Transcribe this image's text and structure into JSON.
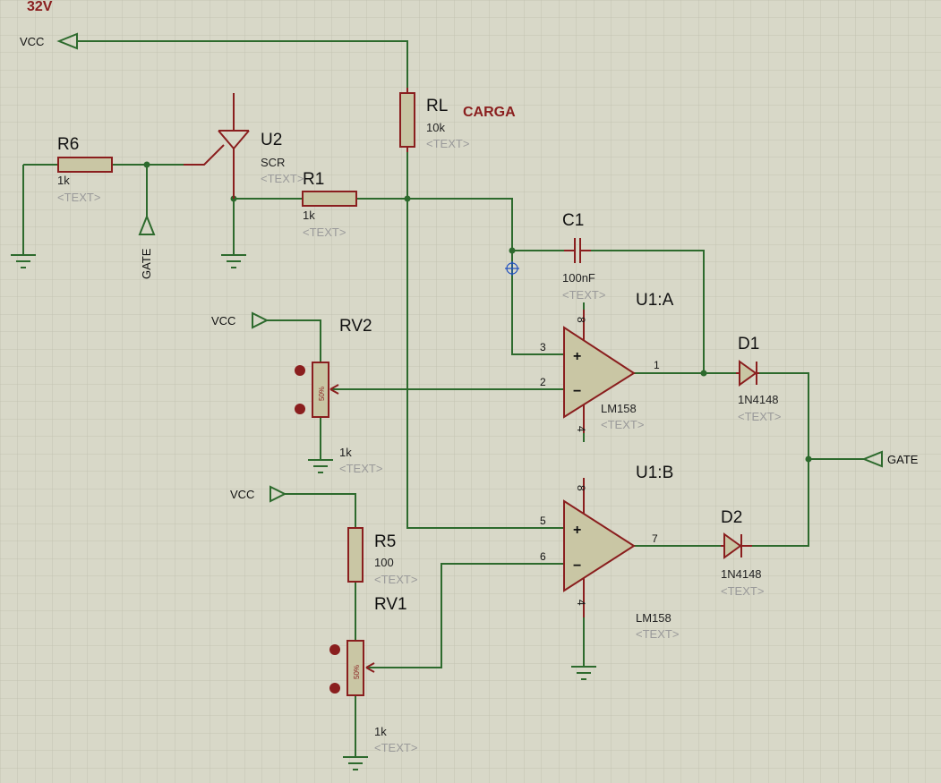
{
  "header": {
    "supply_label": "32V"
  },
  "annotation": {
    "load_label": "CARGA"
  },
  "terminals": {
    "vcc_top": "VCC",
    "vcc_rv2": "VCC",
    "vcc_r5": "VCC",
    "gate_in": "GATE",
    "gate_out": "GATE"
  },
  "placeholder": "<TEXT>",
  "components": {
    "RL": {
      "ref": "RL",
      "value": "10k"
    },
    "R6": {
      "ref": "R6",
      "value": "1k"
    },
    "U2": {
      "ref": "U2",
      "value": "SCR"
    },
    "R1": {
      "ref": "R1",
      "value": "1k"
    },
    "C1": {
      "ref": "C1",
      "value": "100nF"
    },
    "U1A": {
      "ref": "U1:A",
      "value": "LM158"
    },
    "U1B": {
      "ref": "U1:B",
      "value": "LM158"
    },
    "RV2": {
      "ref": "RV2",
      "value": "1k",
      "wiper": "50%"
    },
    "RV1": {
      "ref": "RV1",
      "value": "1k",
      "wiper": "50%"
    },
    "R5": {
      "ref": "R5",
      "value": "100"
    },
    "D1": {
      "ref": "D1",
      "value": "1N4148"
    },
    "D2": {
      "ref": "D2",
      "value": "1N4148"
    }
  },
  "pins": {
    "u1a": {
      "in_plus": "3",
      "in_minus": "2",
      "out": "1",
      "vcc": "8",
      "gnd": "4",
      "plus": "+",
      "minus": "−"
    },
    "u1b": {
      "in_plus": "5",
      "in_minus": "6",
      "out": "7",
      "vcc": "8",
      "gnd": "4",
      "plus": "+",
      "minus": "−"
    }
  },
  "colors": {
    "background": "#d8d8c8",
    "grid": "#c3c3b2",
    "wire": "#2d6a2d",
    "component": "#8a1e1e",
    "fill": "#c9c6a4"
  }
}
